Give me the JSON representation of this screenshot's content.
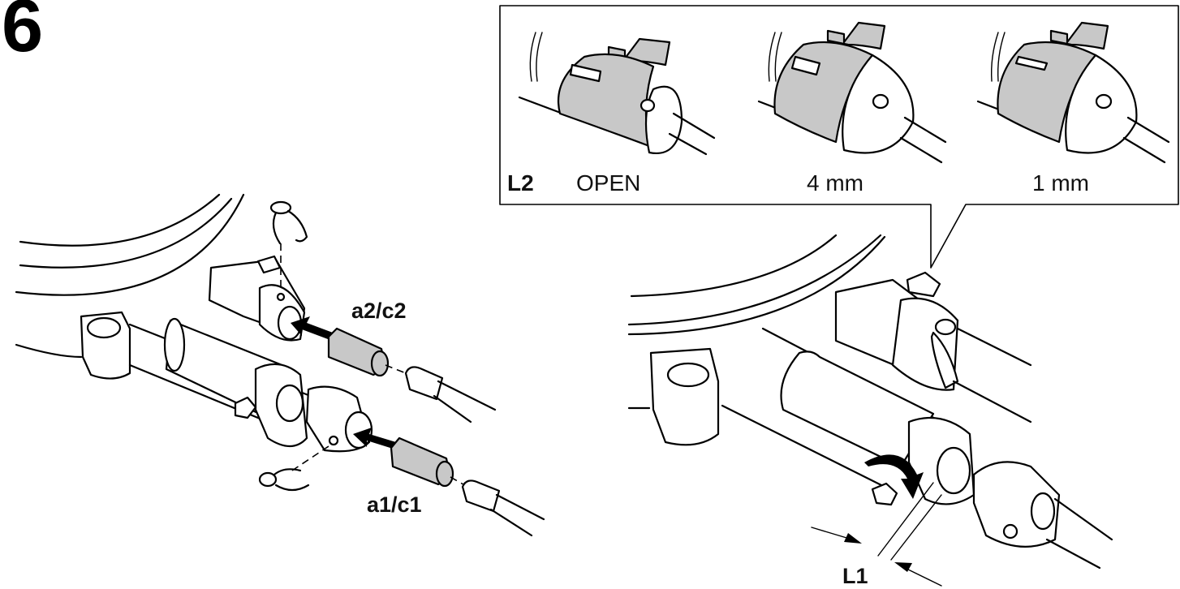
{
  "diagram": {
    "step_number": "6",
    "labels": {
      "upper_fitting": "a2/c2",
      "lower_fitting": "a1/c1",
      "distance": "L1"
    },
    "inset": {
      "label": "L2",
      "states": [
        {
          "caption": "OPEN"
        },
        {
          "caption": "4 mm"
        },
        {
          "caption": "1 mm"
        }
      ]
    },
    "colors": {
      "line": "#000000",
      "part_fill": "#c8c8c8",
      "background": "#ffffff"
    }
  }
}
